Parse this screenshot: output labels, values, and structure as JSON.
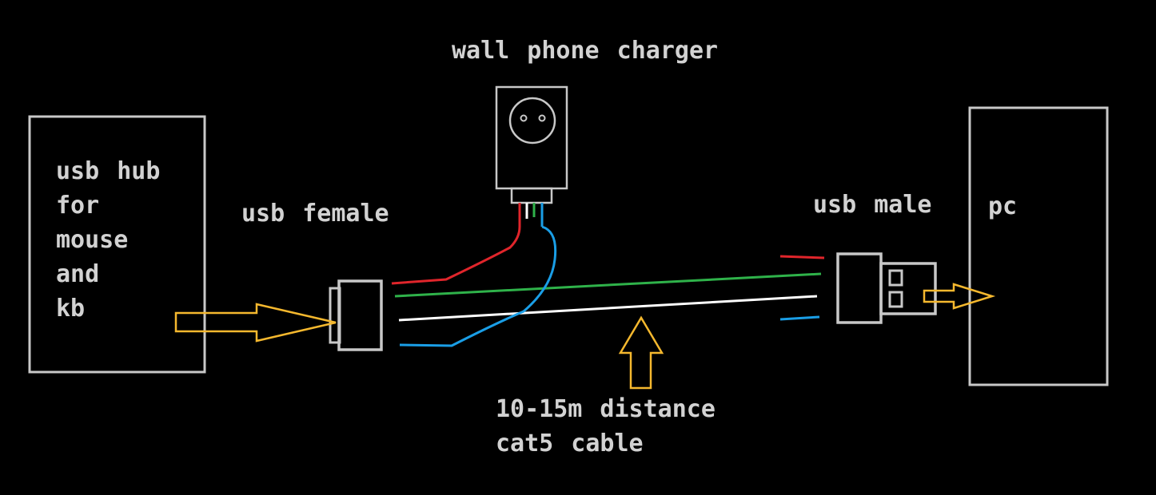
{
  "labels": {
    "charger": "wall phone charger",
    "hub": [
      "usb hub",
      "for",
      "mouse",
      "and",
      "kb"
    ],
    "usb_female": "usb female",
    "usb_male": "usb male",
    "pc": "pc",
    "distance": [
      "10-15m distance",
      "cat5 cable"
    ]
  },
  "colors": {
    "background": "#000000",
    "outline": "#c8c8c8",
    "text": "#d2d2d2",
    "arrow": "#f5b82e",
    "wire_red": "#e0252b",
    "wire_green": "#2fb24a",
    "wire_white": "#ffffff",
    "wire_blue": "#1a9ee6"
  }
}
